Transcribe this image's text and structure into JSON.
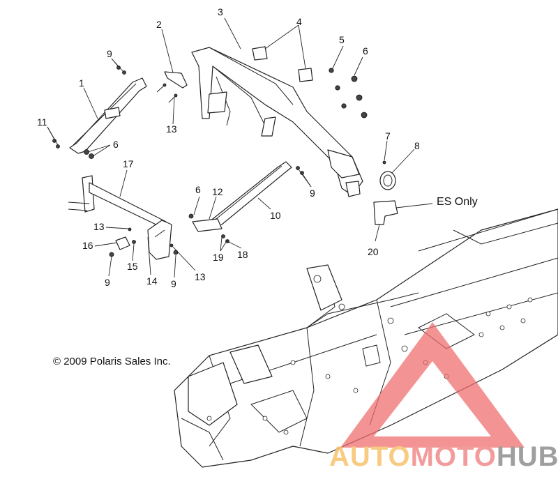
{
  "diagram": {
    "callouts": [
      "1",
      "2",
      "3",
      "4",
      "5",
      "6",
      "7",
      "8",
      "9",
      "10",
      "11",
      "12",
      "13",
      "14",
      "15",
      "16",
      "17",
      "18",
      "19",
      "20"
    ],
    "copyright": "© 2009 Polaris Sales Inc.",
    "variant_note": "ES Only"
  },
  "watermark": {
    "part1": "AUTO",
    "part2": "MOTO",
    "part3": "HUB",
    "colors": {
      "triangle": "#f06a6a",
      "auto": "#f7c36d",
      "moto": "#f28a8a",
      "hub": "#8f8f8f"
    }
  }
}
